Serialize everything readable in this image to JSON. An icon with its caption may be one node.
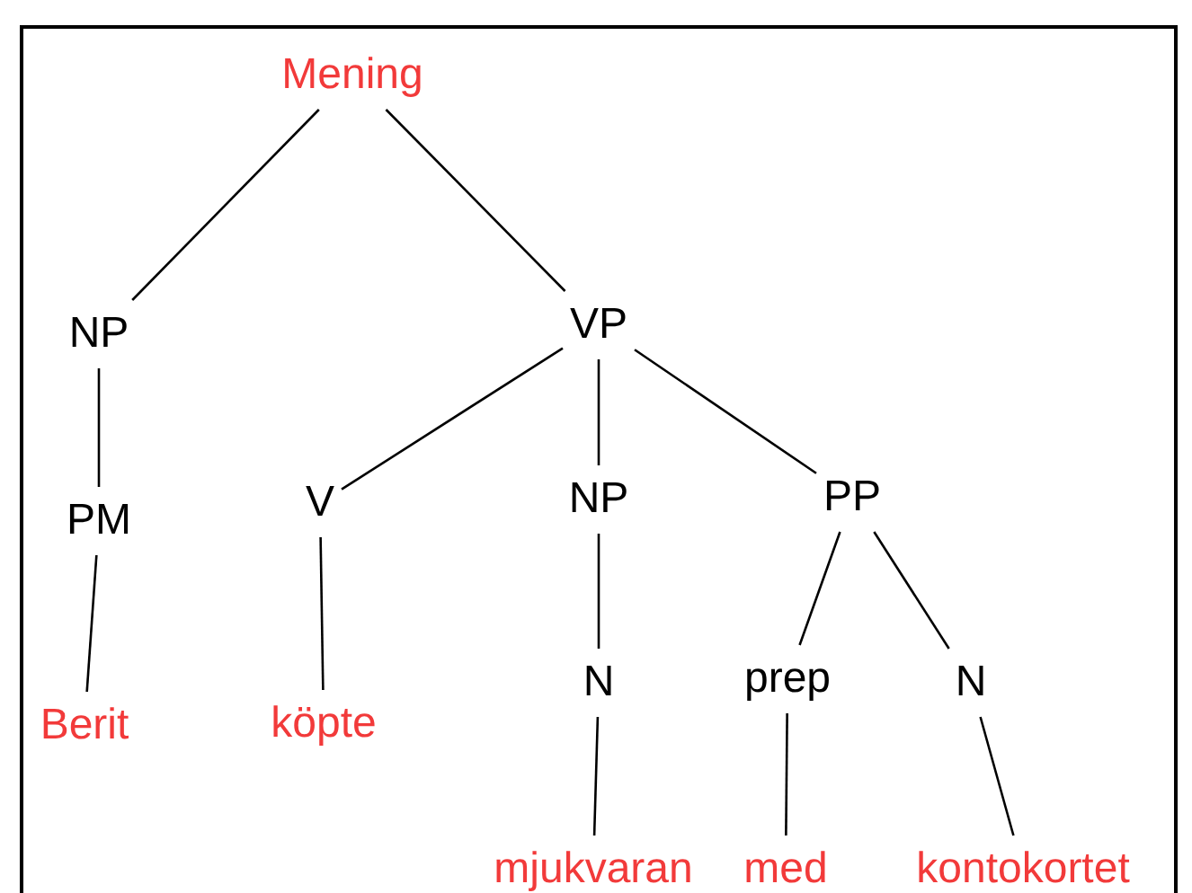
{
  "diagram": {
    "nodes": [
      {
        "text": [
          "Mening"
        ]
      },
      {
        "text": [
          "NP"
        ]
      },
      {
        "text": [
          "VP"
        ]
      },
      {
        "text": [
          "PM"
        ]
      },
      {
        "text": [
          "V"
        ]
      },
      {
        "text": [
          "NP"
        ]
      },
      {
        "text": [
          "PP"
        ]
      },
      {
        "text": [
          "Berit"
        ]
      },
      {
        "text": [
          "köpte"
        ]
      },
      {
        "text": [
          "N"
        ]
      },
      {
        "text": [
          "prep"
        ]
      },
      {
        "text": [
          "N"
        ]
      },
      {
        "text": [
          "mjukvaran"
        ]
      },
      {
        "text": [
          "med"
        ]
      },
      {
        "text": [
          "kontokortet"
        ]
      }
    ],
    "edges": [
      {
        "from": 0,
        "to": 1,
        "arrow": "none"
      },
      {
        "from": 0,
        "to": 2,
        "arrow": "none"
      },
      {
        "from": 1,
        "to": 3,
        "arrow": "none"
      },
      {
        "from": 2,
        "to": 4,
        "arrow": "none"
      },
      {
        "from": 2,
        "to": 5,
        "arrow": "none"
      },
      {
        "from": 2,
        "to": 6,
        "arrow": "none"
      },
      {
        "from": 3,
        "to": 7,
        "arrow": "none"
      },
      {
        "from": 4,
        "to": 8,
        "arrow": "none"
      },
      {
        "from": 5,
        "to": 9,
        "arrow": "none"
      },
      {
        "from": 6,
        "to": 10,
        "arrow": "none"
      },
      {
        "from": 6,
        "to": 11,
        "arrow": "none"
      },
      {
        "from": 9,
        "to": 12,
        "arrow": "none"
      },
      {
        "from": 10,
        "to": 13,
        "arrow": "none"
      },
      {
        "from": 11,
        "to": 14,
        "arrow": "none"
      }
    ]
  }
}
